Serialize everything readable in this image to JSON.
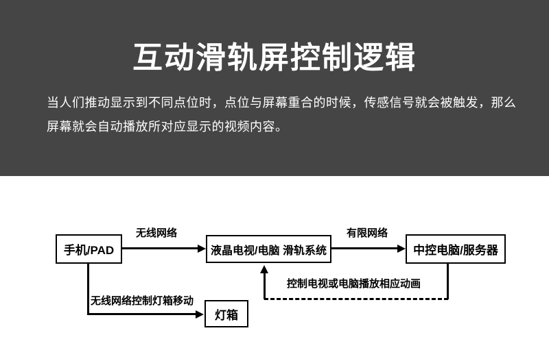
{
  "header": {
    "title": "互动滑轨屏控制逻辑",
    "description_line1": "当人们推动显示到不同点位时，点位与屏幕重合的时候，传感信号就会被触发，那么",
    "description_line2": "屏幕就会自动播放所对应显示的视频内容。",
    "bg_color": "#454545",
    "text_color": "#ffffff"
  },
  "diagram": {
    "type": "flowchart",
    "line_color": "#000000",
    "nodes": {
      "phone": "手机/PAD",
      "screen": "液晶电视/电脑 滑轨系统",
      "server": "中控电脑/服务器",
      "lightbox": "灯箱"
    },
    "edges": {
      "phone_to_screen": "无线网络",
      "screen_to_server": "有限网络",
      "phone_to_lightbox": "无线网络控制灯箱移动",
      "server_to_screen_feedback": "控制电视或电脑播放相应动画"
    }
  }
}
